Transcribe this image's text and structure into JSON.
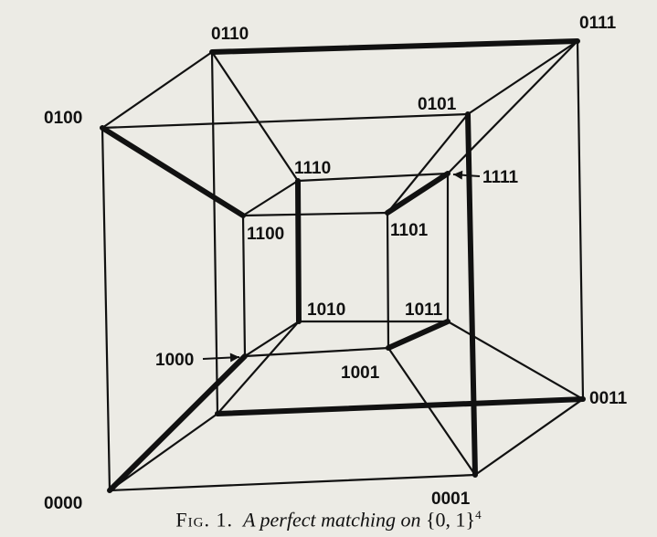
{
  "diagram": {
    "vertices": [
      {
        "id": "0000",
        "label": "0000"
      },
      {
        "id": "0001",
        "label": "0001"
      },
      {
        "id": "0010",
        "label": ""
      },
      {
        "id": "0011",
        "label": "0011"
      },
      {
        "id": "0100",
        "label": "0100"
      },
      {
        "id": "0101",
        "label": "0101"
      },
      {
        "id": "0110",
        "label": "0110"
      },
      {
        "id": "0111",
        "label": "0111"
      },
      {
        "id": "1000",
        "label": "1000"
      },
      {
        "id": "1001",
        "label": "1001"
      },
      {
        "id": "1010",
        "label": "1010"
      },
      {
        "id": "1011",
        "label": "1011"
      },
      {
        "id": "1100",
        "label": "1100"
      },
      {
        "id": "1101",
        "label": "1101"
      },
      {
        "id": "1110",
        "label": "1110"
      },
      {
        "id": "1111",
        "label": "1111"
      }
    ],
    "matching_edges": [
      [
        "0000",
        "1000"
      ],
      [
        "0001",
        "0101"
      ],
      [
        "0010",
        "0011"
      ],
      [
        "0100",
        "1100"
      ],
      [
        "0110",
        "0111"
      ],
      [
        "1001",
        "1011"
      ],
      [
        "1010",
        "1110"
      ],
      [
        "1101",
        "1111"
      ]
    ]
  },
  "caption": {
    "prefix": "Fig. 1.",
    "title": "A perfect matching on",
    "set": "{0, 1}",
    "exponent": "4"
  }
}
